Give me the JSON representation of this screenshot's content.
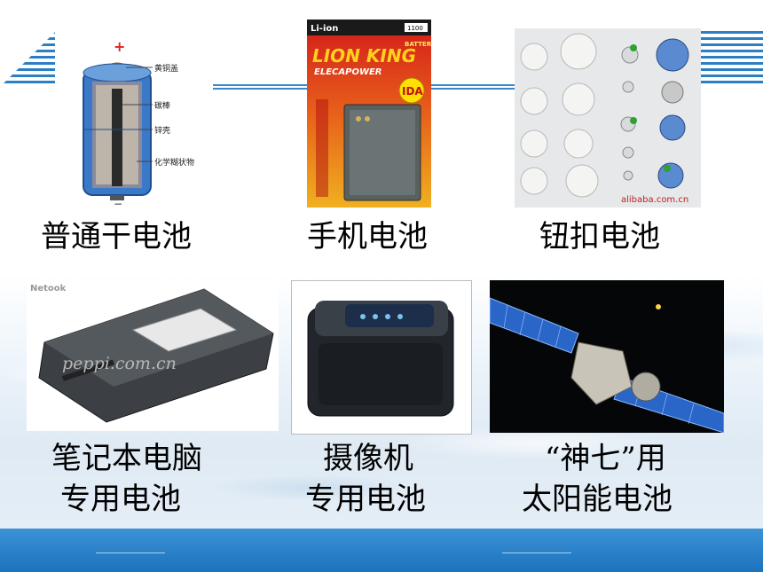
{
  "slide": {
    "colors": {
      "stripe_blue": "#2b7fc4",
      "footer_blue": "#1c72bd",
      "background": "#ffffff"
    }
  },
  "batteries": [
    {
      "caption_lines": [
        "普通干电池"
      ],
      "image": {
        "type": "cutaway-dry-cell",
        "polarity_plus": "+",
        "polarity_minus": "−",
        "labels": [
          "黄铜盖",
          "碳棒",
          "锌壳",
          "化学糊状物"
        ]
      }
    },
    {
      "caption_lines": [
        "手机电池"
      ],
      "image": {
        "type": "phone-battery-package",
        "chem": "Li-ion",
        "capacity": "1100",
        "brand": "LION KING",
        "battery_word": "BATTERY",
        "subbrand": "ELECAPOWER",
        "badge": "IDA"
      }
    },
    {
      "caption_lines": [
        "钮扣电池"
      ],
      "image": {
        "type": "button-cells",
        "watermark": "alibaba.com.cn"
      }
    },
    {
      "caption_lines": [
        "笔记本电脑",
        "专用电池"
      ],
      "image": {
        "type": "laptop-battery",
        "logo": "Netook",
        "watermark": "peppi.com.cn"
      }
    },
    {
      "caption_lines": [
        "摄像机",
        "专用电池"
      ],
      "image": {
        "type": "camcorder-battery"
      }
    },
    {
      "caption_lines": [
        "“神七”用",
        "太阳能电池"
      ],
      "image": {
        "type": "satellite-solar-panels"
      }
    }
  ]
}
